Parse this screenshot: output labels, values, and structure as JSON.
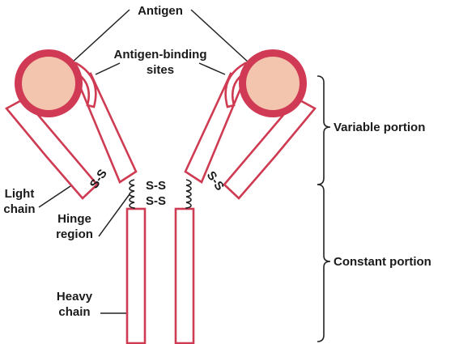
{
  "labels": {
    "antigen": "Antigen",
    "binding_sites_line1": "Antigen-binding",
    "binding_sites_line2": "sites",
    "light_chain_line1": "Light",
    "light_chain_line2": "chain",
    "hinge_line1": "Hinge",
    "hinge_line2": "region",
    "heavy_chain_line1": "Heavy",
    "heavy_chain_line2": "chain",
    "variable_portion": "Variable portion",
    "constant_portion": "Constant portion"
  },
  "disulfide": {
    "left": "S-S",
    "right": "S-S",
    "center_top": "S-S",
    "center_bottom": "S-S"
  },
  "colors": {
    "chain_outline": "#cf3b52",
    "antigen_ring": "#d03a55",
    "antigen_fill": "#f3c4ae",
    "text": "#1a1a1a"
  }
}
